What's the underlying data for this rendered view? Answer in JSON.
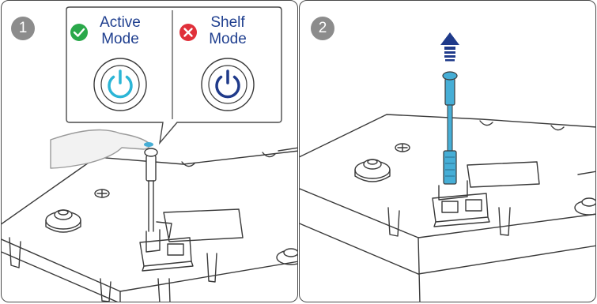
{
  "steps": [
    {
      "number": "1"
    },
    {
      "number": "2"
    }
  ],
  "callout": {
    "active": {
      "line1": "Active",
      "line2": "Mode",
      "status": "ok"
    },
    "shelf": {
      "line1": "Shelf",
      "line2": "Mode",
      "status": "error"
    }
  },
  "colors": {
    "active_ring": "#2bb5d6",
    "shelf_ring": "#1f3a8a",
    "label_text": "#1f3f8f",
    "check_green": "#2aa84a",
    "cross_red": "#e0303a",
    "cable": "#46aed6",
    "outline": "#3a3a3a",
    "badge": "#8c8c8c"
  },
  "icons": {
    "active_status": "check-circle-icon",
    "shelf_status": "x-circle-icon",
    "power": "power-icon",
    "pull_direction": "arrow-up-icon"
  }
}
